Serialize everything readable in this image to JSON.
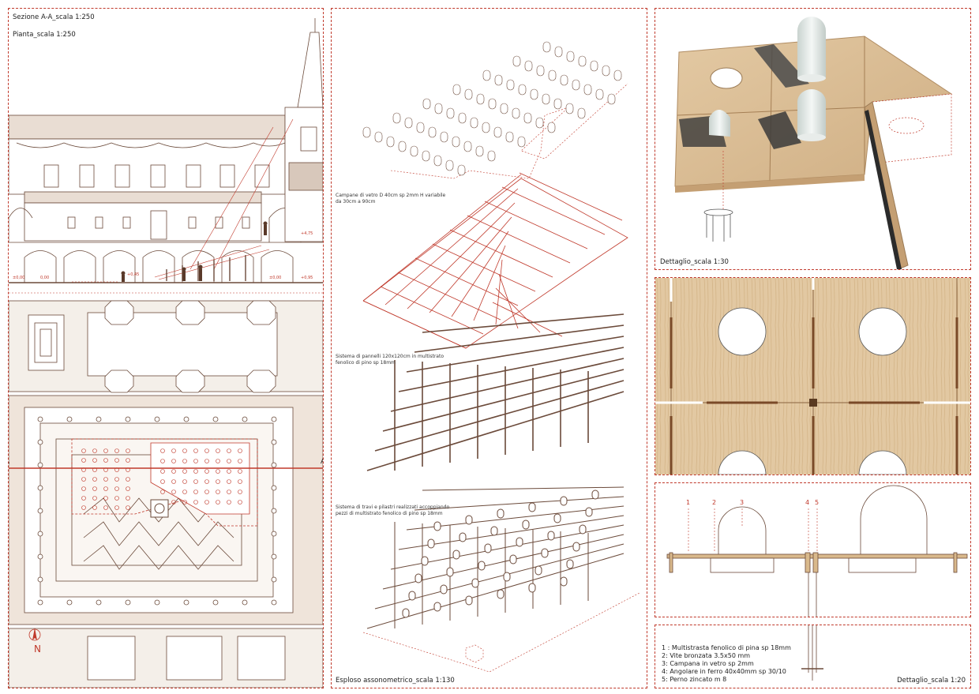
{
  "panels": {
    "left": {
      "section_title": "Sezione A-A_scala 1:250",
      "plan_title": "Pianta_scala 1:250",
      "section_marker": "A",
      "north": "N",
      "elevations": [
        "±0,00",
        "0,00",
        "+0,45",
        "±0,00",
        "+0,95",
        "+4,75"
      ]
    },
    "middle": {
      "note_bells": "Campane di vetro D 40cm sp 2mm H variabile da 30cm a 90cm",
      "note_panels": "Sistema di pannelli 120x120cm in multistrato fenolico di pino sp 18mm",
      "note_beams": "Sistema di travi e pilastri realizzati accoppiando pezzi di multistrato fenolico di pino sp 18mm",
      "caption": "Esploso assonometrico_scala 1:130"
    },
    "right_top": {
      "caption": "Dettaglio_scala 1:30"
    },
    "right_section": {
      "numbers": [
        "1",
        "2",
        "3",
        "4",
        "5"
      ]
    },
    "right_legend": {
      "items": [
        "1 : Multistrasta fenolico di pina sp 18mm",
        "2: Vite bronzata 3.5x50 mm",
        "3: Campana in vetro sp 2mm",
        "4: Angolare in ferro 40x40mm sp 30/10",
        "5: Perno zincato m 8"
      ],
      "caption": "Dettaglio_scala 1:20"
    }
  },
  "colors": {
    "accent": "#c0392b",
    "wood": "#d9b98c",
    "line": "#6b4a3a"
  }
}
